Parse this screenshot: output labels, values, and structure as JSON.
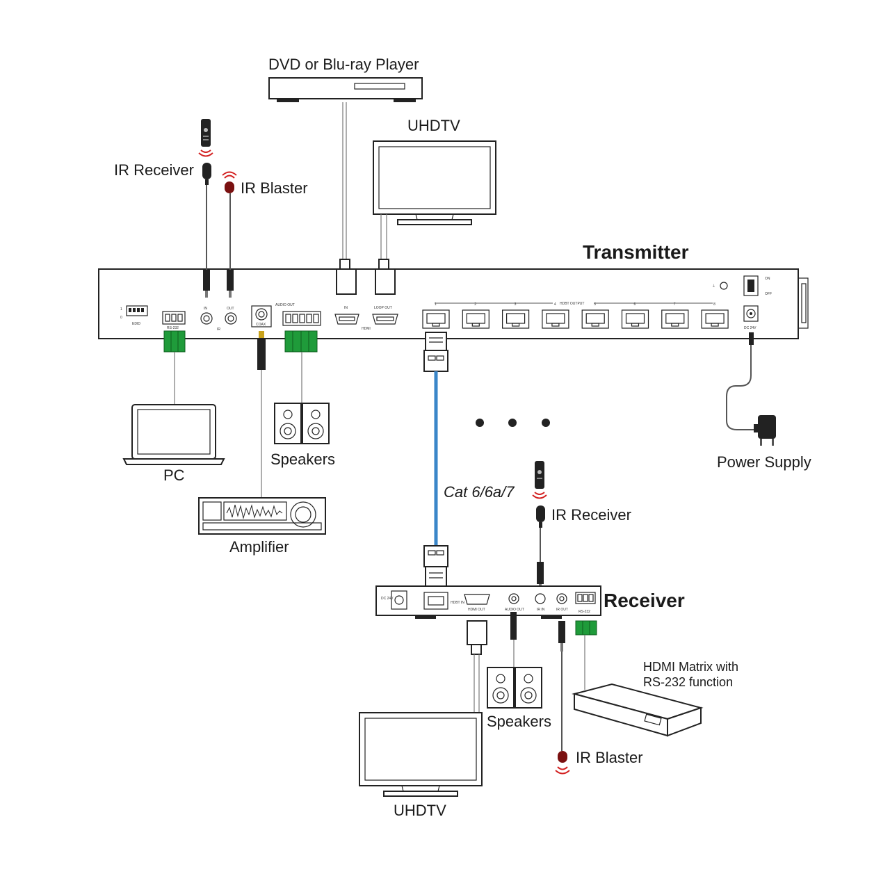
{
  "devices": {
    "transmitter": "Transmitter",
    "receiver": "Receiver",
    "dvd": "DVD or Blu-ray Player",
    "uhdtv_top": "UHDTV",
    "uhdtv_bottom": "UHDTV",
    "ir_receiver_top": "IR Receiver",
    "ir_blaster_top": "IR Blaster",
    "ir_receiver_bottom": "IR Receiver",
    "ir_blaster_bottom": "IR Blaster",
    "pc": "PC",
    "amplifier": "Amplifier",
    "speakers_top": "Speakers",
    "speakers_bottom": "Speakers",
    "power_supply": "Power Supply",
    "hdmi_matrix_line1": "HDMI Matrix with",
    "hdmi_matrix_line2": "RS-232 function"
  },
  "cable": {
    "label": "Cat 6/6a/7",
    "color": "#3a86c8"
  },
  "panel_labels": {
    "edid": "EDID",
    "rs232": "RS-232",
    "ir": "IR",
    "ir_in": "IN",
    "ir_out": "OUT",
    "audio_out": "AUDIO OUT",
    "coax": "COAX",
    "hdmi": "HDMI",
    "hdmi_in": "IN",
    "loop_out": "LOOP OUT",
    "hdbt_output": "HDBT OUTPUT",
    "port_numbers": [
      "1",
      "2",
      "3",
      "4",
      "5",
      "6",
      "7",
      "8"
    ],
    "dc24v": "DC 24V",
    "on": "ON",
    "off": "OFF",
    "rx_dc24v": "DC 24V",
    "rx_hdbt_in": "HDBT IN",
    "rx_hdmi_out": "HDMI OUT",
    "rx_audio_out": "AUDIO OUT",
    "rx_ir_in": "IR IN",
    "rx_ir_out": "IR OUT",
    "rx_rs232": "RS-232"
  }
}
